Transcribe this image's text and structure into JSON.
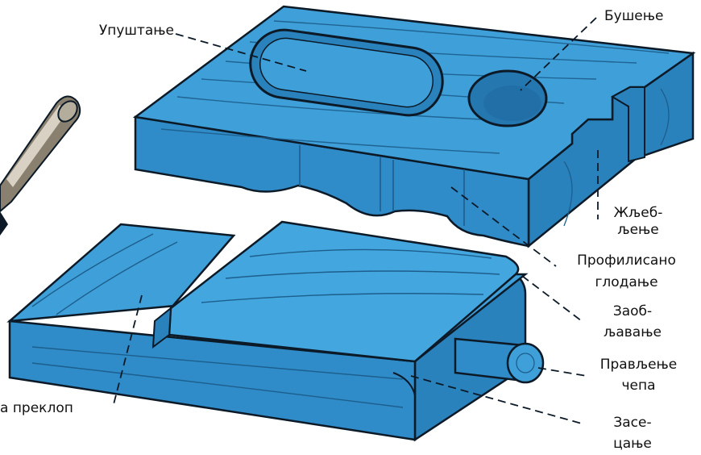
{
  "labels": {
    "countersinking": "Упуштање",
    "drilling": "Бушење",
    "grooving_1": "Жљеб-",
    "grooving_2": "љење",
    "profile_1": "Профилисано",
    "profile_2": "глодање",
    "rounding_1": "Заоб-",
    "rounding_2": "љавање",
    "tenon_1": "Прављење",
    "tenon_2": "чепа",
    "cutting_1": "Засе-",
    "cutting_2": "цање",
    "lap": "а преклоп"
  },
  "colors": {
    "wood_top": "#3f9fd8",
    "wood_front": "#2f8cc9",
    "wood_side": "#2a82bd",
    "grain": "#1c5e8c",
    "outline": "#0c1a28",
    "tool_light": "#d9d2c4",
    "tool_dark": "#7a7162"
  }
}
